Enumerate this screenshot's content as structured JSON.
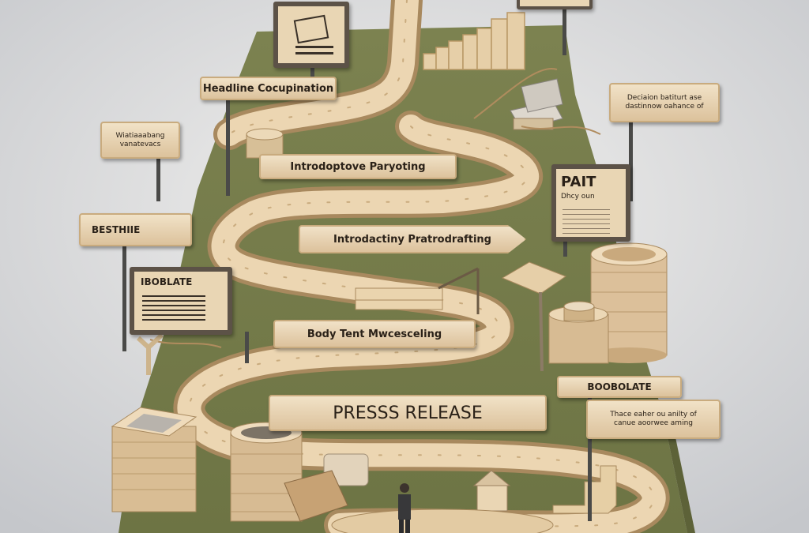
{
  "signs": {
    "headline": "Headline Cocupination",
    "left_small_1": "Wiatiaaabang",
    "left_small_2": "vanatevacs",
    "intro_1": "Introdoptove Paryoting",
    "introductory": "Introdactiny Pratrodrafting",
    "body_text": "Body Tent Mwcesceling",
    "press_release": "PRESSS RELEASE",
    "right_top_1": "Deciaion batiturt ase",
    "right_top_2": "dastinnow oahance of",
    "bestihie": "BESTHIIE",
    "iboblate_left": "IBOBLATE",
    "part": "PAIT",
    "part_sub": "Dhcy oun",
    "boobolate_right": "BOOBOLATE",
    "right_bottom_1": "Thace eaher ou anilty of",
    "right_bottom_2": "canue aoorwee aming"
  }
}
